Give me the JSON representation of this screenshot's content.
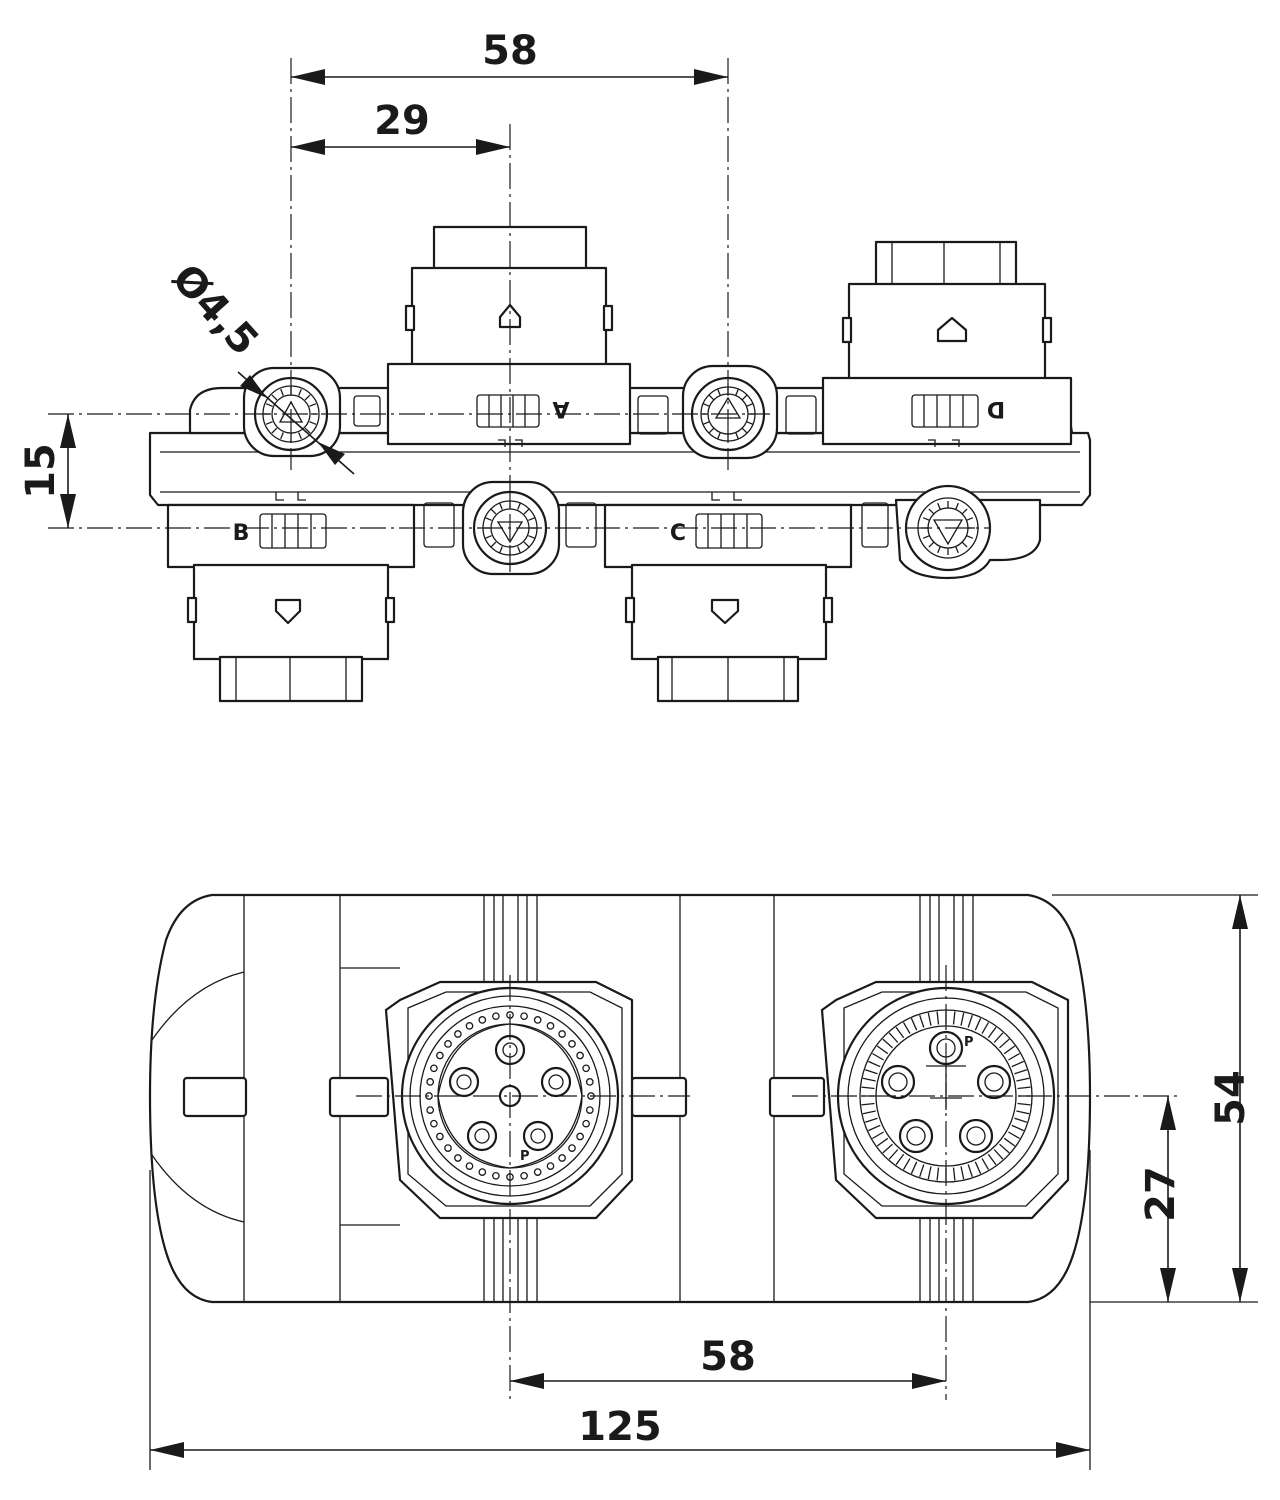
{
  "top_view": {
    "dimensions": {
      "width_outer": "58",
      "width_half": "29",
      "hole_diameter": "Ø4,5",
      "row_offset": "15"
    },
    "port_labels": [
      "A",
      "B",
      "C",
      "D"
    ]
  },
  "bottom_view": {
    "dimensions": {
      "pitch": "58",
      "overall_length": "125",
      "height": "54",
      "half_height": "27"
    },
    "pin_label": "P"
  }
}
